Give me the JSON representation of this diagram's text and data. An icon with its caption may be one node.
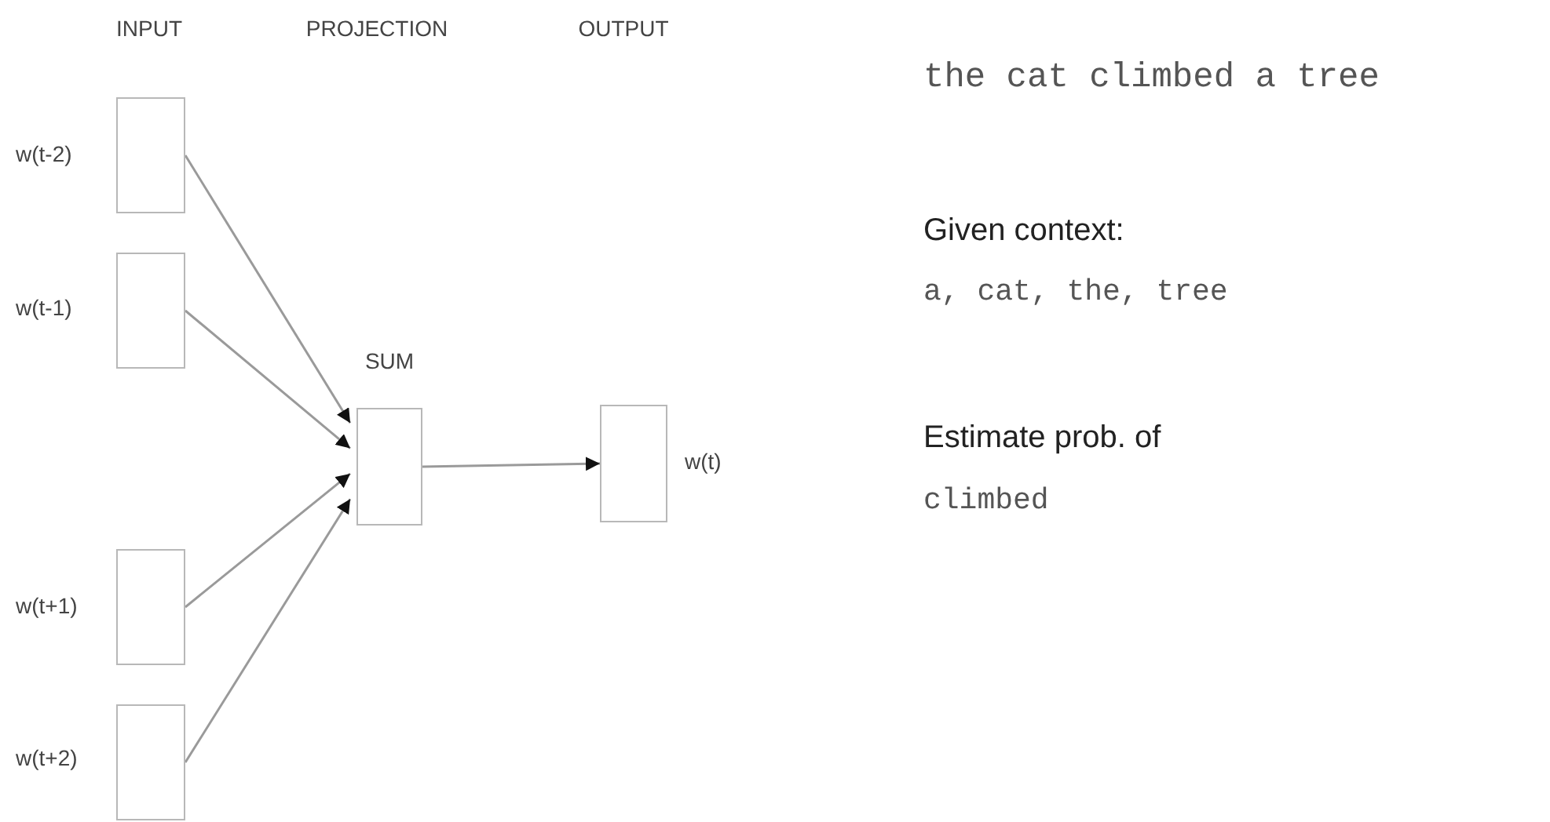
{
  "diagram": {
    "nodes": [
      {
        "text": [],
        "shape": "box",
        "beside": [
          "w(t-2)"
        ]
      },
      {
        "text": [],
        "shape": "box",
        "beside": [
          "w(t-1)"
        ]
      },
      {
        "text": [],
        "shape": "box",
        "beside": [
          "w(t+1)"
        ]
      },
      {
        "text": [],
        "shape": "box",
        "beside": [
          "w(t+2)"
        ]
      },
      {
        "text": [],
        "shape": "box",
        "beside": [
          "SUM"
        ]
      },
      {
        "text": [],
        "shape": "box",
        "beside": [
          "w(t)"
        ]
      }
    ],
    "edges": [
      {
        "from": 0,
        "to": 4,
        "arrow": "to"
      },
      {
        "from": 1,
        "to": 4,
        "arrow": "to"
      },
      {
        "from": 2,
        "to": 4,
        "arrow": "to"
      },
      {
        "from": 3,
        "to": 4,
        "arrow": "to"
      },
      {
        "from": 4,
        "to": 5,
        "arrow": "to"
      }
    ],
    "labels": [
      "INPUT",
      "PROJECTION",
      "OUTPUT",
      "the cat climbed a tree",
      "Given context:",
      "a, cat, the, tree",
      "Estimate prob. of",
      "climbed"
    ]
  }
}
